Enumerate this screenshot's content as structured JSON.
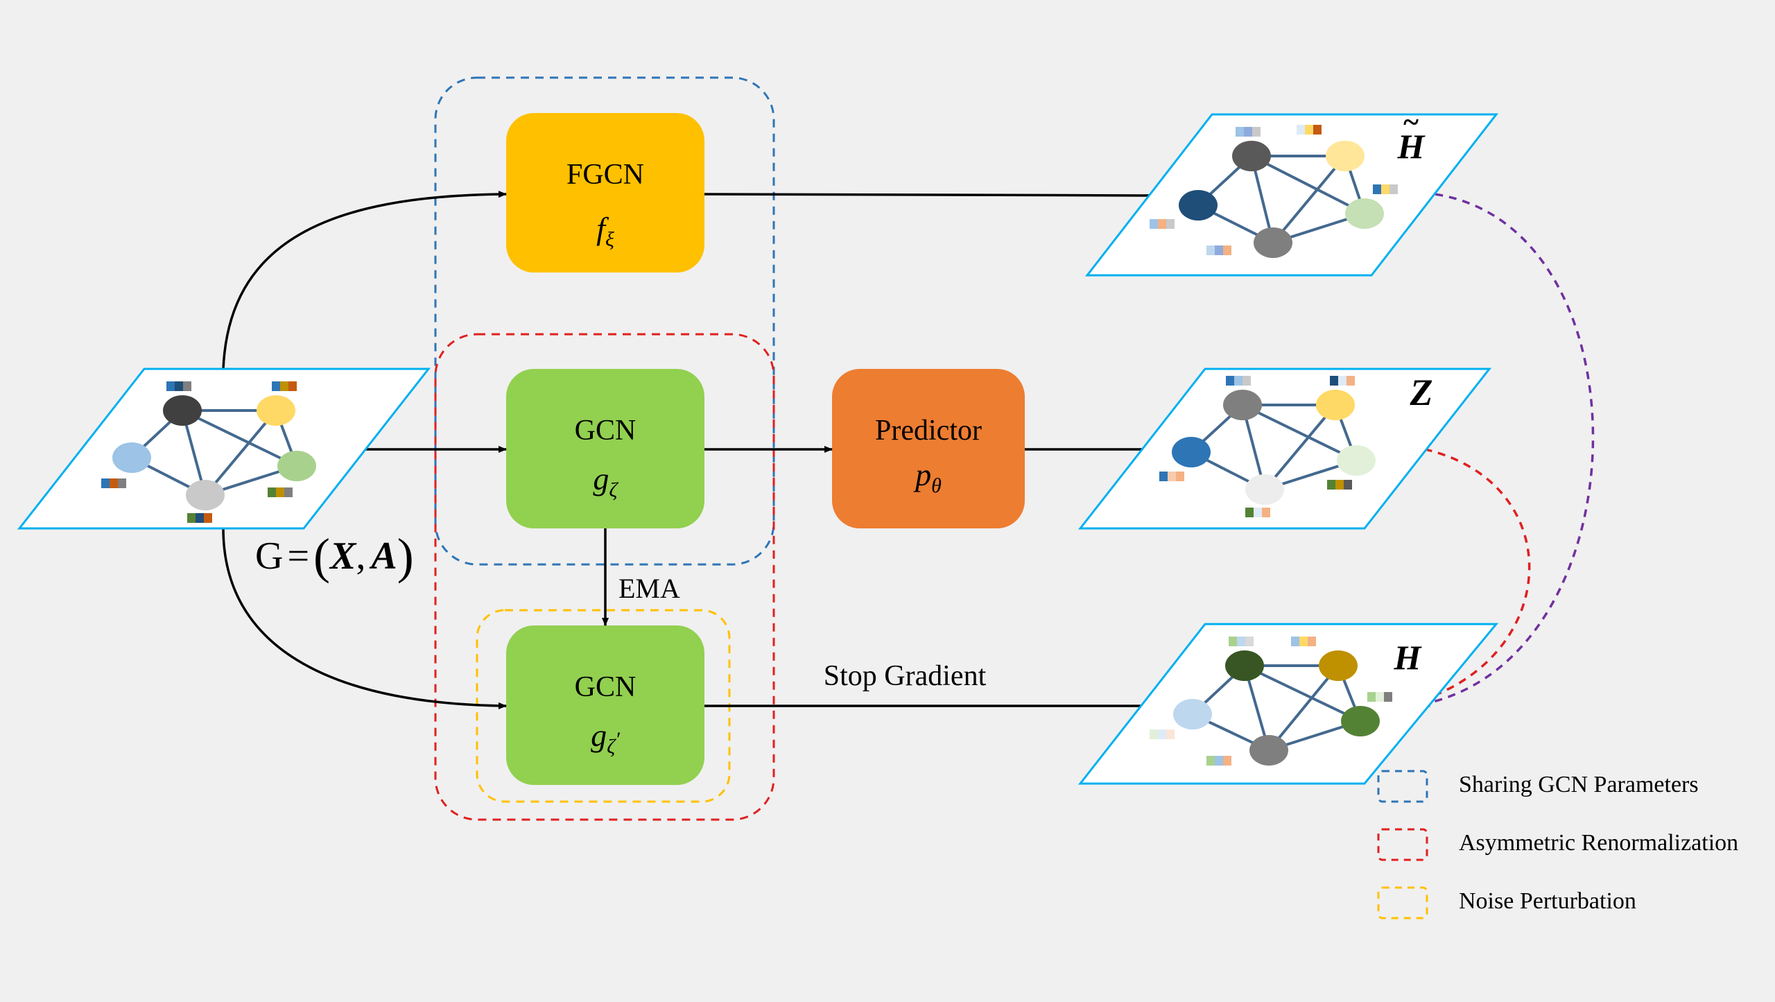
{
  "modules": {
    "fgcn": {
      "title": "FGCN",
      "sym": "f",
      "sub": "ξ",
      "prime": "",
      "color": "#ffc000"
    },
    "gcn_online": {
      "title": "GCN",
      "sym": "g",
      "sub": "ζ",
      "prime": "",
      "color": "#92d050"
    },
    "gcn_target": {
      "title": "GCN",
      "sym": "g",
      "sub": "ζ",
      "prime": "′",
      "color": "#92d050"
    },
    "predictor": {
      "title": "Predictor",
      "sym": "p",
      "sub": "θ",
      "prime": "",
      "color": "#ed7d31"
    }
  },
  "input_graph": {
    "label_prefix": "G",
    "label_eq": "=",
    "label_x": "X",
    "label_comma": ",",
    "label_a": "A",
    "node_colors": [
      "#404040",
      "#ffd966",
      "#9dc3e6",
      "#a9d18e",
      "#c9c9c9"
    ]
  },
  "output_graphs": {
    "h_tilde": {
      "label": "H",
      "accent": "~",
      "node_colors": [
        "#595959",
        "#ffe699",
        "#1f4e79",
        "#c5e0b4",
        "#7f7f7f"
      ]
    },
    "z": {
      "label": "Z",
      "node_colors": [
        "#7f7f7f",
        "#ffd966",
        "#2e75b6",
        "#e2f0d9",
        "#ededed"
      ]
    },
    "h": {
      "label": "H",
      "node_colors": [
        "#375623",
        "#bf9000",
        "#bdd7ee",
        "#548235",
        "#7f7f7f"
      ]
    }
  },
  "edge_labels": {
    "ema": "EMA",
    "stop_gradient": "Stop Gradient"
  },
  "legend": [
    {
      "label": "Sharing GCN Parameters",
      "color": "#2e75b6"
    },
    {
      "label": "Asymmetric Renormalization",
      "color": "#e02020"
    },
    {
      "label": "Noise Perturbation",
      "color": "#ffc000"
    }
  ],
  "colors": {
    "plane_stroke": "#00b0f0",
    "graph_edge": "#44698f",
    "arrow": "#000000",
    "dashed_purple": "#7030a0",
    "dashed_red": "#e02020"
  }
}
